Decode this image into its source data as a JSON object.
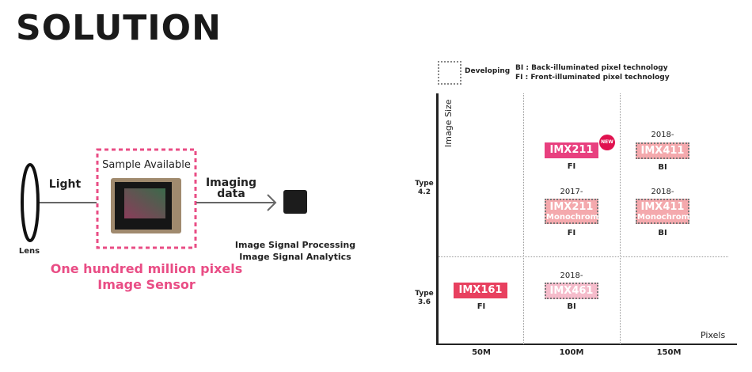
{
  "title": "SOLUTION",
  "diagram": {
    "lens": "Lens",
    "light": "Light",
    "sample": "Sample Available",
    "imaging_line1": "Imaging",
    "imaging_line2": "data",
    "isp1": "Image Signal Processing",
    "isp2": "Image Signal Analytics",
    "sensor1": "One hundred million pixels",
    "sensor2": "Image Sensor"
  },
  "legend": {
    "developing": "Developing",
    "bi": "BI : Back-illuminated pixel technology",
    "fi": "FI : Front-illuminated pixel technology"
  },
  "chart_data": {
    "type": "table",
    "ylabel": "Image Size",
    "xlabel": "Pixels",
    "x_categories": [
      "50M",
      "100M",
      "150M"
    ],
    "y_categories": [
      {
        "line1": "Type",
        "line2": "4.2"
      },
      {
        "line1": "Type",
        "line2": "3.6"
      }
    ],
    "products": [
      {
        "name": "IMX211",
        "tech": "FI",
        "badge": "NEW",
        "status": "available"
      },
      {
        "name": "IMX411",
        "tech": "BI",
        "year": "2018-",
        "status": "developing"
      },
      {
        "name": "IMX211",
        "sub": "Monochrome",
        "tech": "FI",
        "year": "2017-",
        "status": "developing"
      },
      {
        "name": "IMX411",
        "sub": "Monochrome",
        "tech": "BI",
        "year": "2018-",
        "status": "developing"
      },
      {
        "name": "IMX161",
        "tech": "FI",
        "status": "available"
      },
      {
        "name": "IMX461",
        "tech": "BI",
        "year": "2018-",
        "status": "developing"
      }
    ]
  },
  "colors": {
    "accent": "#e8407f",
    "developing": "#f4a9ad",
    "new_badge": "#e0124f"
  }
}
